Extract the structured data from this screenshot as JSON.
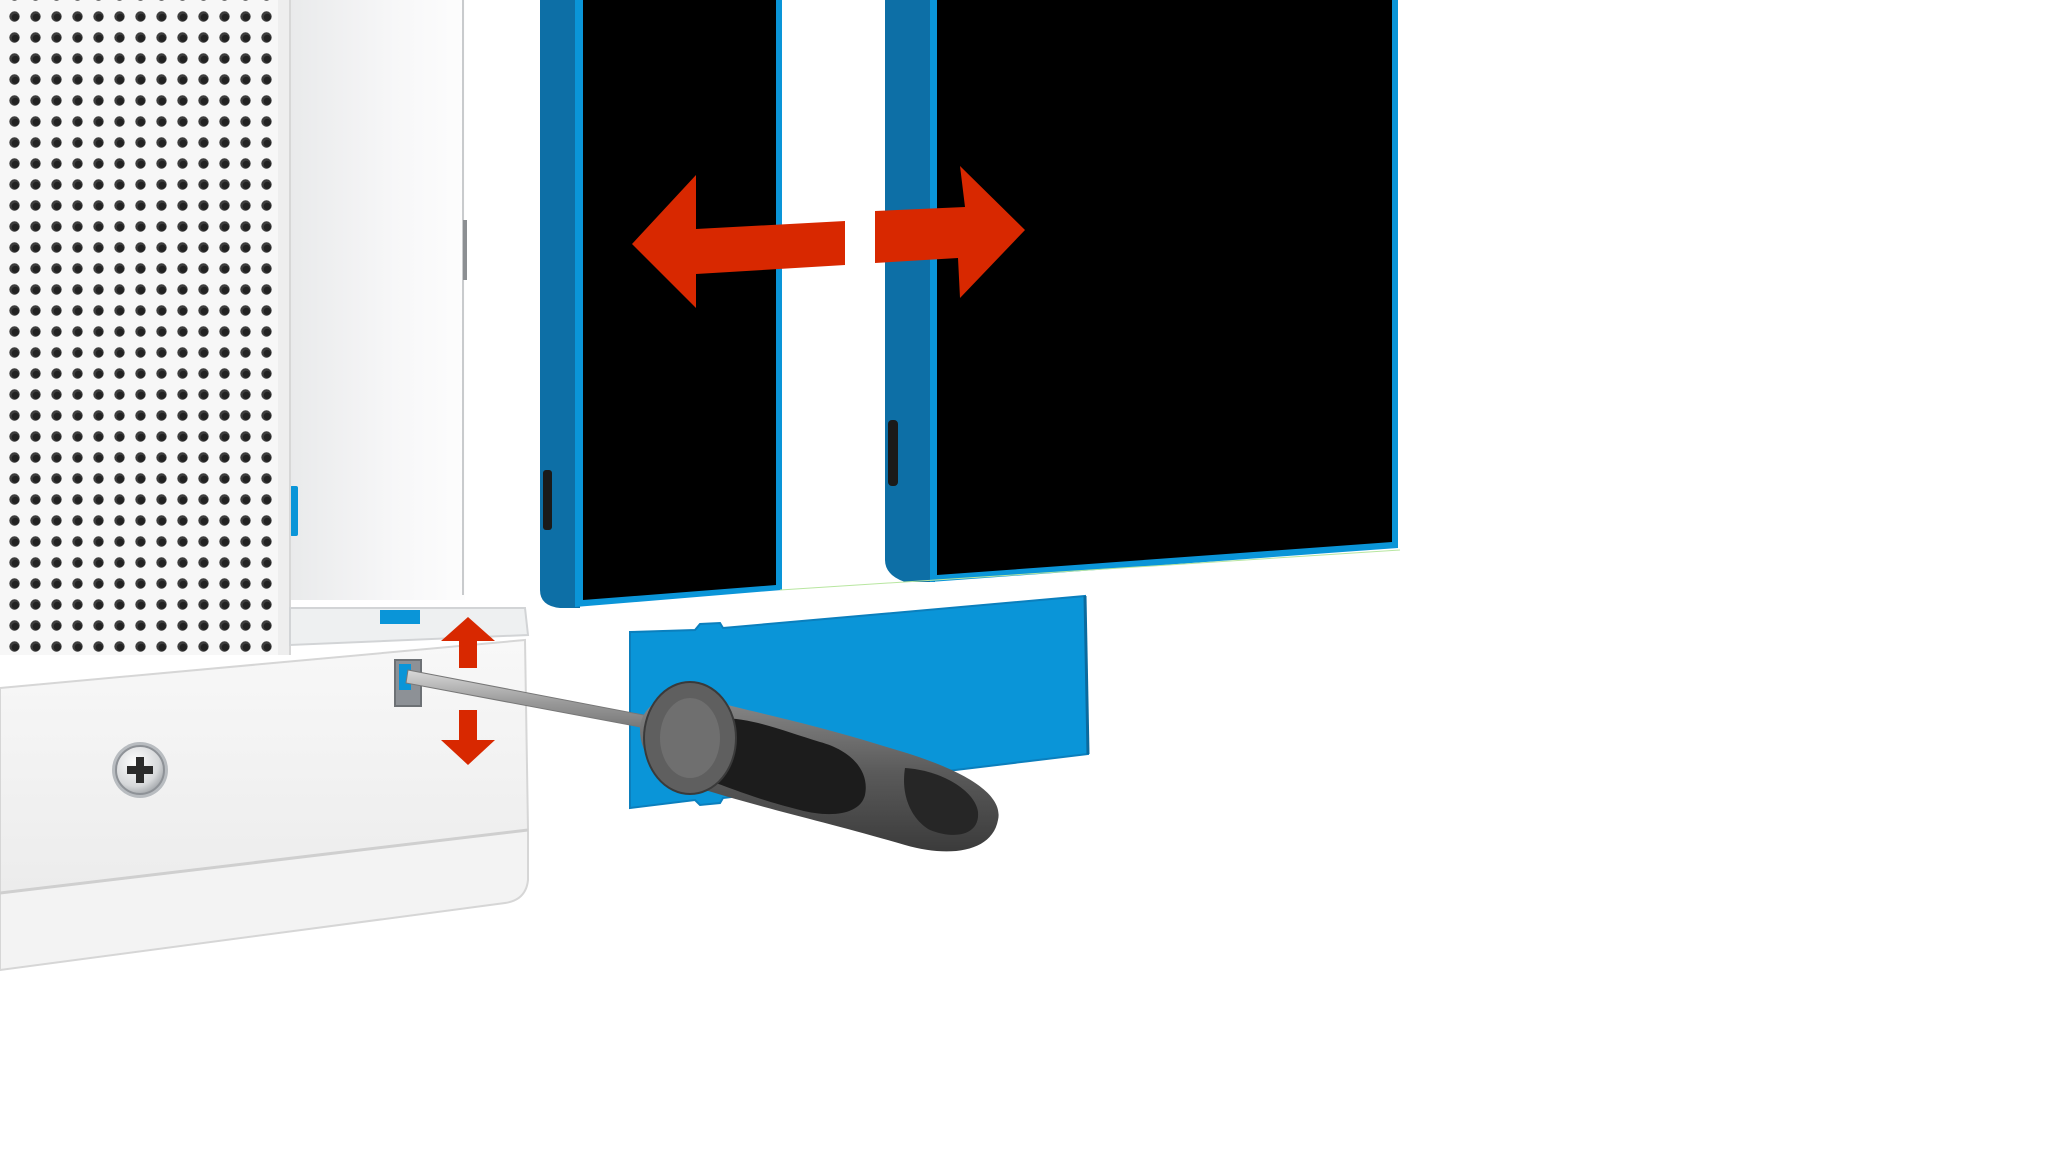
{
  "illustration": {
    "components": [
      "server-chassis",
      "perforated-vent-panel",
      "release-latch",
      "phillips-screw",
      "left-drive-carrier",
      "right-drive-carrier",
      "filler-bracket",
      "screwdriver"
    ],
    "motions": {
      "carriers": "horizontal-spread",
      "latch": "vertical-toggle"
    },
    "colors": {
      "accent_blue": "#0a95d8",
      "frame_blue": "#0d6fa6",
      "arrow_red": "#d82800",
      "chassis_white": "#f4f5f6",
      "screen_black": "#000000",
      "handle_black": "#1f1f1f",
      "handle_grey": "#6e6e6e"
    },
    "icons": {
      "screw": "phillips-screw-icon",
      "spread_arrow": "double-horizontal-arrow-icon",
      "toggle_arrow": "double-vertical-arrow-icon"
    }
  }
}
